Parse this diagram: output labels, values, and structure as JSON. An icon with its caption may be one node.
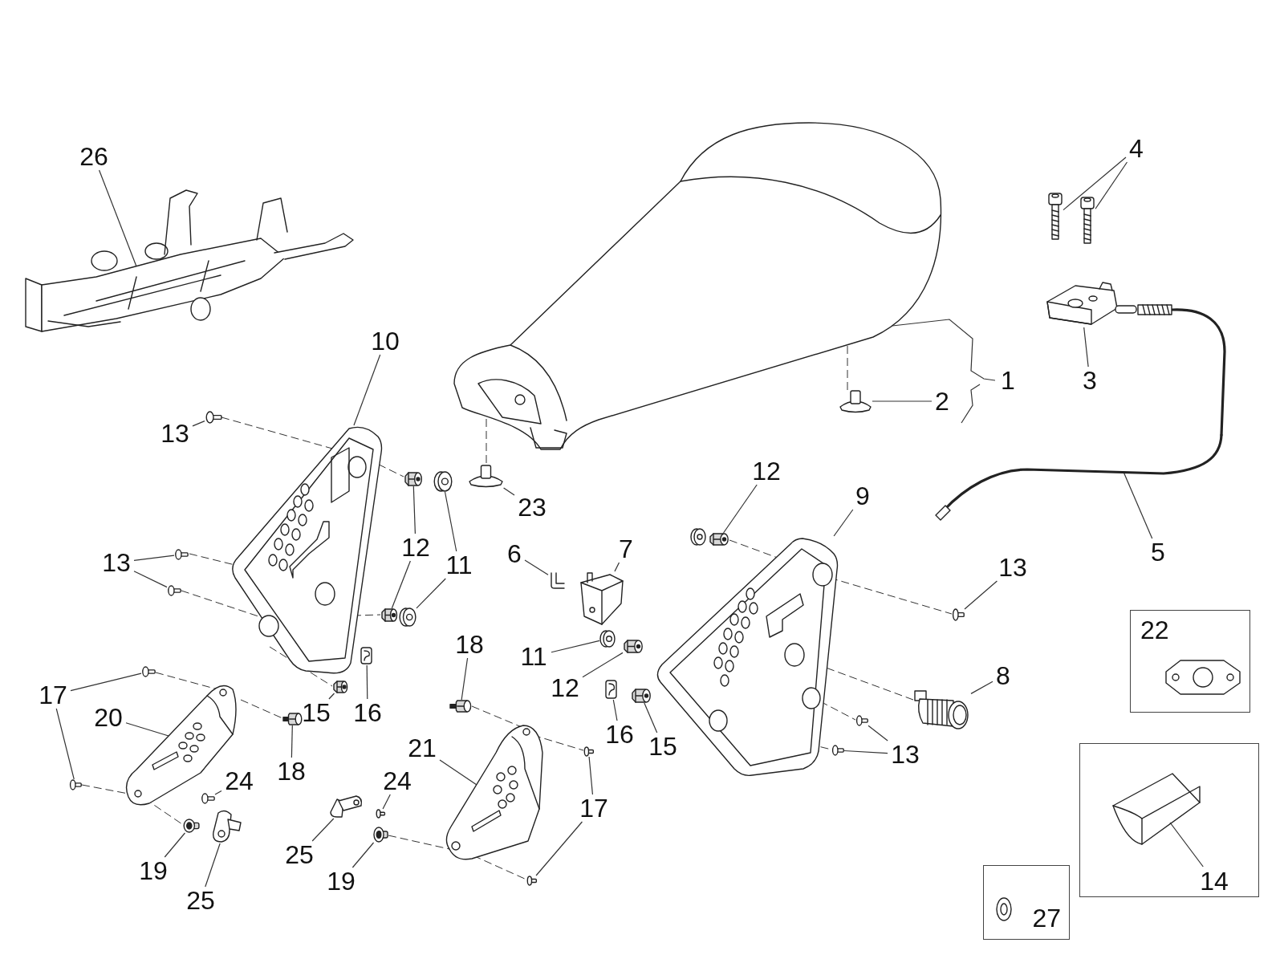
{
  "diagram": {
    "nodes": [
      {
        "text": [
          "26"
        ]
      },
      {
        "text": [],
        "shape": "picture"
      },
      {
        "text": [
          "4"
        ]
      },
      {
        "text": [],
        "shape": "picture"
      },
      {
        "text": [],
        "shape": "picture"
      },
      {
        "text": [],
        "shape": "picture"
      },
      {
        "text": [
          "1"
        ]
      },
      {
        "text": [
          "3"
        ]
      },
      {
        "text": [],
        "shape": "picture"
      },
      {
        "text": [
          "2"
        ]
      },
      {
        "text": [],
        "shape": "picture"
      },
      {
        "text": [
          "5"
        ]
      },
      {
        "text": [],
        "shape": "picture"
      },
      {
        "text": [
          "10"
        ]
      },
      {
        "text": [],
        "shape": "picture"
      },
      {
        "text": [
          "13"
        ]
      },
      {
        "text": [],
        "shape": "picture"
      },
      {
        "text": [
          "12"
        ]
      },
      {
        "text": [],
        "shape": "picture"
      },
      {
        "text": [],
        "shape": "picture"
      },
      {
        "text": [
          "11"
        ]
      },
      {
        "text": [],
        "shape": "picture"
      },
      {
        "text": [],
        "shape": "picture"
      },
      {
        "text": [
          "23"
        ]
      },
      {
        "text": [],
        "shape": "picture"
      },
      {
        "text": [
          "13"
        ]
      },
      {
        "text": [],
        "shape": "picture"
      },
      {
        "text": [],
        "shape": "picture"
      },
      {
        "text": [
          "6"
        ]
      },
      {
        "text": [],
        "shape": "picture"
      },
      {
        "text": [
          "7"
        ]
      },
      {
        "text": [],
        "shape": "picture"
      },
      {
        "text": [
          "12"
        ]
      },
      {
        "text": [],
        "shape": "picture"
      },
      {
        "text": [
          "9"
        ]
      },
      {
        "text": [],
        "shape": "picture"
      },
      {
        "text": [
          "13"
        ]
      },
      {
        "text": [],
        "shape": "picture"
      },
      {
        "text": [
          "15"
        ]
      },
      {
        "text": [],
        "shape": "picture"
      },
      {
        "text": [
          "16"
        ]
      },
      {
        "text": [],
        "shape": "picture"
      },
      {
        "text": [
          "18"
        ]
      },
      {
        "text": [],
        "shape": "picture"
      },
      {
        "text": [
          "11"
        ]
      },
      {
        "text": [],
        "shape": "picture"
      },
      {
        "text": [
          "12"
        ]
      },
      {
        "text": [],
        "shape": "picture"
      },
      {
        "text": [
          "16"
        ]
      },
      {
        "text": [],
        "shape": "picture"
      },
      {
        "text": [
          "15"
        ]
      },
      {
        "text": [],
        "shape": "picture"
      },
      {
        "text": [
          "8"
        ]
      },
      {
        "text": [],
        "shape": "picture"
      },
      {
        "text": [
          "22"
        ]
      },
      {
        "text": [
          "17"
        ]
      },
      {
        "text": [],
        "shape": "picture"
      },
      {
        "text": [],
        "shape": "picture"
      },
      {
        "text": [
          "20"
        ]
      },
      {
        "text": [],
        "shape": "picture"
      },
      {
        "text": [
          "18"
        ]
      },
      {
        "text": [],
        "shape": "picture"
      },
      {
        "text": [
          "21"
        ]
      },
      {
        "text": [],
        "shape": "picture"
      },
      {
        "text": [
          "24"
        ]
      },
      {
        "text": [],
        "shape": "picture"
      },
      {
        "text": [
          "24"
        ]
      },
      {
        "text": [],
        "shape": "picture"
      },
      {
        "text": [
          "17"
        ]
      },
      {
        "text": [],
        "shape": "picture"
      },
      {
        "text": [],
        "shape": "picture"
      },
      {
        "text": [
          "13"
        ]
      },
      {
        "text": [],
        "shape": "picture"
      },
      {
        "text": [],
        "shape": "picture"
      },
      {
        "text": [
          "25"
        ]
      },
      {
        "text": [],
        "shape": "picture"
      },
      {
        "text": [
          "19"
        ]
      },
      {
        "text": [],
        "shape": "picture"
      },
      {
        "text": [
          "25"
        ]
      },
      {
        "text": [],
        "shape": "picture"
      },
      {
        "text": [
          "19"
        ]
      },
      {
        "text": [],
        "shape": "picture"
      },
      {
        "text": [],
        "shape": "box"
      },
      {
        "text": [
          "14"
        ],
        "in": 82
      },
      {
        "text": [],
        "shape": "picture",
        "in": 82
      },
      {
        "text": [
          "27"
        ]
      }
    ],
    "edges": [
      {
        "from": 0,
        "to": 1,
        "arrow": "none"
      },
      {
        "from": 2,
        "to": 3,
        "arrow": "none"
      },
      {
        "from": 2,
        "to": 4,
        "arrow": "none"
      },
      {
        "from": 6,
        "to": 5,
        "arrow": "none"
      },
      {
        "from": 7,
        "to": 8,
        "arrow": "none"
      },
      {
        "from": 9,
        "to": 10,
        "arrow": "none"
      },
      {
        "from": 11,
        "to": 12,
        "arrow": "none"
      },
      {
        "from": 13,
        "to": 14,
        "arrow": "none"
      },
      {
        "from": 15,
        "to": 16,
        "arrow": "none"
      },
      {
        "from": 17,
        "to": 18,
        "arrow": "none"
      },
      {
        "from": 17,
        "to": 19,
        "arrow": "none"
      },
      {
        "from": 20,
        "to": 21,
        "arrow": "none"
      },
      {
        "from": 20,
        "to": 22,
        "arrow": "none"
      },
      {
        "from": 23,
        "to": 24,
        "arrow": "none"
      },
      {
        "from": 25,
        "to": 26,
        "arrow": "none"
      },
      {
        "from": 25,
        "to": 27,
        "arrow": "none"
      },
      {
        "from": 28,
        "to": 29,
        "arrow": "none"
      },
      {
        "from": 30,
        "to": 31,
        "arrow": "none"
      },
      {
        "from": 32,
        "to": 33,
        "arrow": "none"
      },
      {
        "from": 34,
        "to": 35,
        "arrow": "none"
      },
      {
        "from": 36,
        "to": 37,
        "arrow": "none"
      },
      {
        "from": 38,
        "to": 39,
        "arrow": "none"
      },
      {
        "from": 40,
        "to": 41,
        "arrow": "none"
      },
      {
        "from": 42,
        "to": 43,
        "arrow": "none"
      },
      {
        "from": 44,
        "to": 45,
        "arrow": "none"
      },
      {
        "from": 46,
        "to": 47,
        "arrow": "none"
      },
      {
        "from": 48,
        "to": 49,
        "arrow": "none"
      },
      {
        "from": 50,
        "to": 51,
        "arrow": "none"
      },
      {
        "from": 52,
        "to": 53,
        "arrow": "none"
      },
      {
        "from": 55,
        "to": 56,
        "arrow": "none"
      },
      {
        "from": 55,
        "to": 57,
        "arrow": "none"
      },
      {
        "from": 58,
        "to": 59,
        "arrow": "none"
      },
      {
        "from": 60,
        "to": 61,
        "arrow": "none"
      },
      {
        "from": 62,
        "to": 63,
        "arrow": "none"
      },
      {
        "from": 64,
        "to": 65,
        "arrow": "none"
      },
      {
        "from": 66,
        "to": 67,
        "arrow": "none"
      },
      {
        "from": 68,
        "to": 69,
        "arrow": "none"
      },
      {
        "from": 68,
        "to": 70,
        "arrow": "none"
      },
      {
        "from": 71,
        "to": 72,
        "arrow": "none"
      },
      {
        "from": 71,
        "to": 73,
        "arrow": "none"
      },
      {
        "from": 74,
        "to": 75,
        "arrow": "none"
      },
      {
        "from": 76,
        "to": 77,
        "arrow": "none"
      },
      {
        "from": 78,
        "to": 79,
        "arrow": "none"
      },
      {
        "from": 80,
        "to": 81,
        "arrow": "none"
      },
      {
        "from": 83,
        "to": 84,
        "arrow": "none"
      },
      {
        "from": 16,
        "to": 14,
        "arrow": "none",
        "style": "dashed"
      },
      {
        "from": 14,
        "to": 18,
        "arrow": "none",
        "style": "dashed"
      },
      {
        "from": 26,
        "to": 14,
        "arrow": "none",
        "style": "dashed"
      },
      {
        "from": 14,
        "to": 19,
        "arrow": "none",
        "style": "dashed"
      },
      {
        "from": 27,
        "to": 14,
        "arrow": "none",
        "style": "dashed"
      },
      {
        "from": 14,
        "to": 39,
        "arrow": "none",
        "style": "dashed"
      },
      {
        "from": 56,
        "to": 59,
        "arrow": "none",
        "style": "dashed"
      },
      {
        "from": 59,
        "to": 61,
        "arrow": "none",
        "style": "dashed"
      },
      {
        "from": 57,
        "to": 59,
        "arrow": "none",
        "style": "dashed"
      },
      {
        "from": 59,
        "to": 77,
        "arrow": "none",
        "style": "dashed"
      },
      {
        "from": 43,
        "to": 63,
        "arrow": "none",
        "style": "dashed"
      },
      {
        "from": 63,
        "to": 69,
        "arrow": "none",
        "style": "dashed"
      },
      {
        "from": 81,
        "to": 63,
        "arrow": "none",
        "style": "dashed"
      },
      {
        "from": 63,
        "to": 70,
        "arrow": "none",
        "style": "dashed"
      },
      {
        "from": 33,
        "to": 35,
        "arrow": "none",
        "style": "dashed"
      },
      {
        "from": 35,
        "to": 37,
        "arrow": "none",
        "style": "dashed"
      },
      {
        "from": 35,
        "to": 53,
        "arrow": "none",
        "style": "dashed"
      },
      {
        "from": 35,
        "to": 72,
        "arrow": "none",
        "style": "dashed"
      },
      {
        "from": 35,
        "to": 73,
        "arrow": "none",
        "style": "dashed"
      },
      {
        "from": 5,
        "to": 10,
        "arrow": "none",
        "style": "dashed"
      },
      {
        "from": 5,
        "to": 24,
        "arrow": "none",
        "style": "dashed"
      }
    ]
  }
}
